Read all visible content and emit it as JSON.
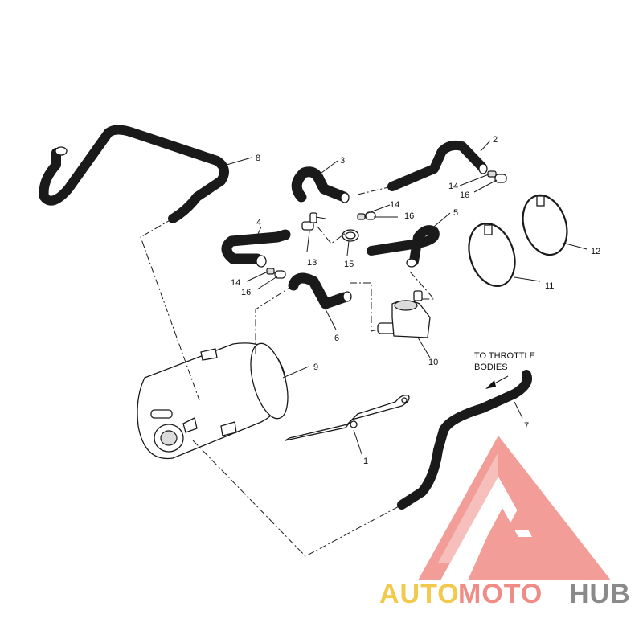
{
  "diagram": {
    "callouts": [
      "1",
      "2",
      "3",
      "4",
      "5",
      "6",
      "7",
      "8",
      "9",
      "10",
      "11",
      "12",
      "13",
      "14",
      "14",
      "14",
      "15",
      "16",
      "16",
      "16"
    ],
    "annotation_line1": "TO THROTTLE",
    "annotation_line2": "BODIES"
  },
  "watermark": {
    "part1": "AUTO",
    "part2": "MOTO",
    "part3": "HUB",
    "colors": {
      "auto": "#f2c94c",
      "moto": "#f08c86",
      "hub": "#8a8a8a",
      "triangle": "#f08c86"
    }
  }
}
